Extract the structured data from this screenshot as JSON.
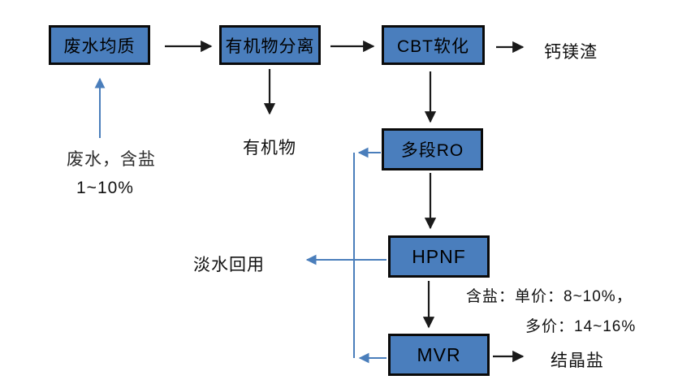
{
  "diagram": {
    "type": "flowchart",
    "background": "#ffffff",
    "node_fill": "#4a7ebd",
    "node_border": "#0a0a0a",
    "process_arrow_color": "#1a1a1a",
    "water_recycle_arrow_color": "#4a7ebb",
    "nodes": {
      "homogenization": {
        "label": "废水均质"
      },
      "organic_separation": {
        "label": "有机物分离"
      },
      "cbt_softening": {
        "label": "CBT软化"
      },
      "multi_stage_ro": {
        "label": "多段RO"
      },
      "hpnf": {
        "label": "HPNF"
      },
      "mvr": {
        "label": "MVR"
      }
    },
    "labels": {
      "feed_line1": "废水，含盐",
      "feed_line2": "1~10%",
      "organic_matter": "有机物",
      "calcium_magnesium_slag": "钙镁渣",
      "fresh_water_reuse": "淡水回用",
      "salt_note_line1": "含盐：单价：8~10%，",
      "salt_note_line2": "多价：14~16%",
      "crystallized_salt": "结晶盐"
    }
  }
}
